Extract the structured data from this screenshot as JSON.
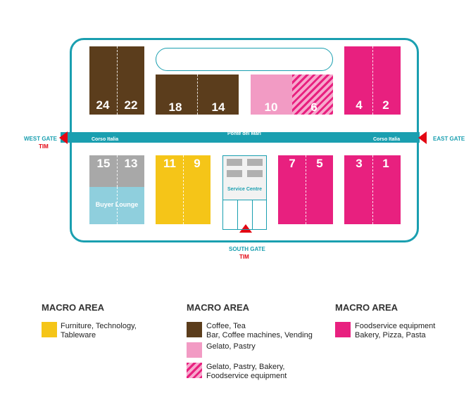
{
  "colors": {
    "teal": "#1a9fb0",
    "brown": "#5b3d1c",
    "pink": "#e8207f",
    "light_pink": "#f29bc4",
    "yellow": "#f5c518",
    "grey": "#a8a8a8",
    "light_blue": "#8fcfdd",
    "gate_red": "#e30613"
  },
  "halls": {
    "h24": "24",
    "h22": "22",
    "h18": "18",
    "h14": "14",
    "h10": "10",
    "h6": "6",
    "h4": "4",
    "h2": "2",
    "h15": "15",
    "h13": "13",
    "h11": "11",
    "h9": "9",
    "h7": "7",
    "h5": "5",
    "h3": "3",
    "h1": "1"
  },
  "areas": {
    "buyer_lounge": "Buyer Lounge",
    "service_centre": "Service Centre"
  },
  "roads": {
    "ponte": "Ponte dei Mari",
    "corso_left": "Corso Italia",
    "corso_right": "Corso Italia"
  },
  "gates": {
    "west": "WEST GATE",
    "east": "EAST GATE",
    "south": "SOUTH GATE",
    "tim": "TIM"
  },
  "legend": {
    "col1_title": "MACRO AREA",
    "col2_title": "MACRO AREA",
    "col3_title": "MACRO AREA",
    "yellow_line1": "Furniture, Technology,",
    "yellow_line2": "Tableware",
    "brown_line1": "Coffee, Tea",
    "brown_line2": "Bar, Coffee machines, Vending",
    "light_pink_line1": "Gelato, Pastry",
    "hatch_line1": "Gelato, Pastry, Bakery,",
    "hatch_line2": "Foodservice equipment",
    "pink_line1": "Foodservice equipment",
    "pink_line2": "Bakery, Pizza, Pasta"
  }
}
